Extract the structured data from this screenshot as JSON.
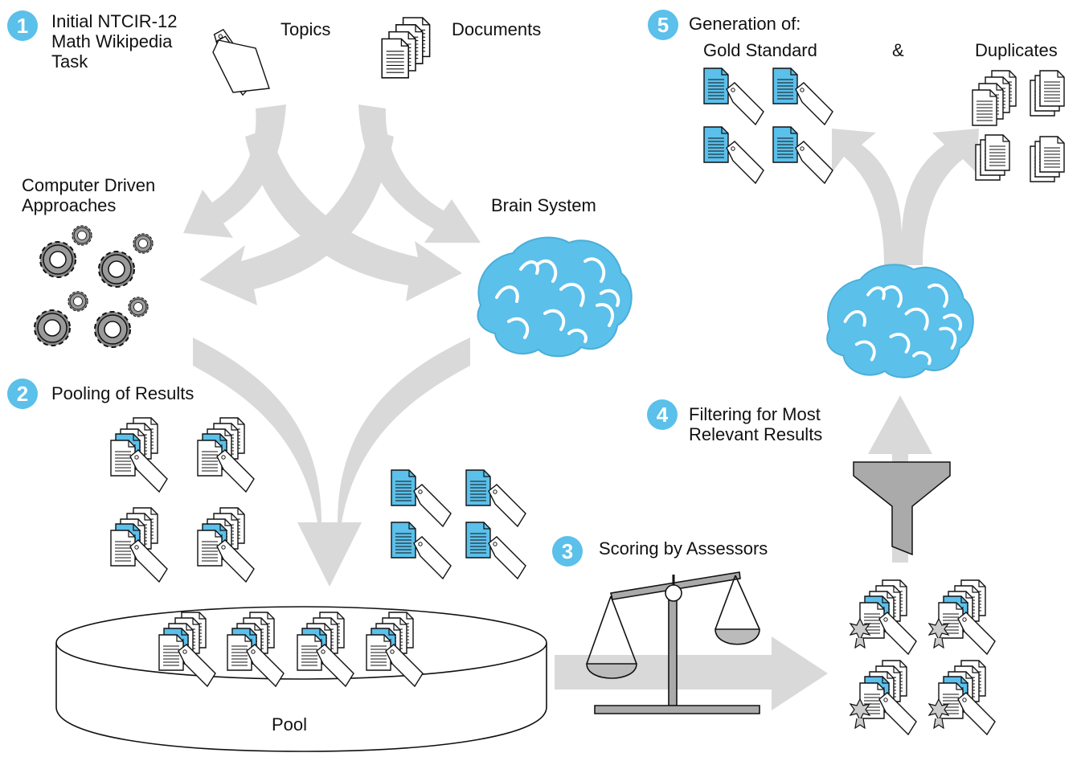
{
  "colors": {
    "accent": "#5bc0ea",
    "arrow": "#d9d9d9",
    "outline": "#111111",
    "funnel": "#aaaaaa"
  },
  "steps": [
    {
      "number": "1",
      "text": "Initial NTCIR-12\nMath Wikipedia\nTask"
    },
    {
      "number": "2",
      "text": "Pooling of Results"
    },
    {
      "number": "3",
      "text": "Scoring by Assessors"
    },
    {
      "number": "4",
      "text": "Filtering for Most\nRelevant Results"
    },
    {
      "number": "5",
      "text": "Generation of:"
    }
  ],
  "labels": {
    "topics": "Topics",
    "documents": "Documents",
    "computer": "Computer Driven\nApproaches",
    "brain": "Brain System",
    "gold": "Gold Standard",
    "amp": "&",
    "duplicates": "Duplicates",
    "pool": "Pool"
  },
  "icons": [
    "tag-stack-icon",
    "document-stack-icon",
    "gear-icon",
    "brain-icon",
    "pool-cylinder-icon",
    "scale-icon",
    "funnel-icon",
    "tagged-document-icon",
    "award-icon"
  ]
}
